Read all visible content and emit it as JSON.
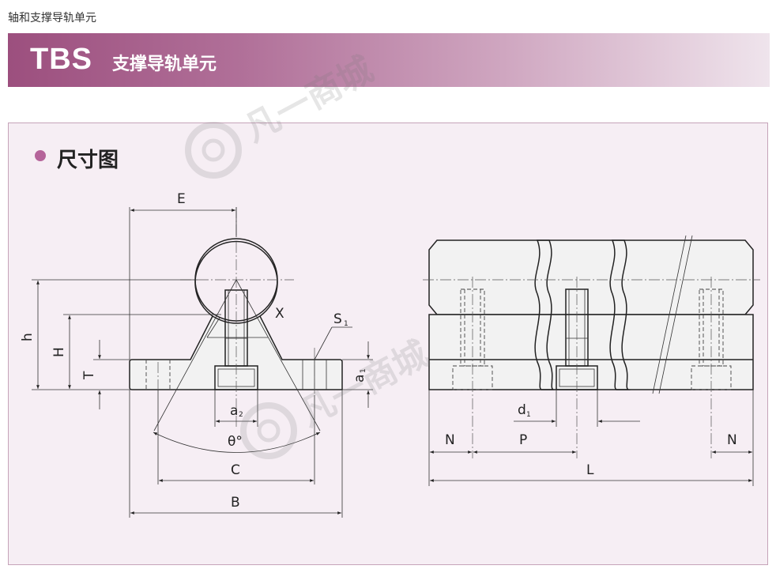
{
  "breadcrumb": "轴和支撑导轨单元",
  "banner": {
    "code": "TBS",
    "title": "支撑导轨单元"
  },
  "section": {
    "title": "尺寸图"
  },
  "colors": {
    "accent": "#b5649a",
    "banner_start": "#9c4f7e",
    "panel_bg": "#f6eef4"
  },
  "watermark": {
    "text": "凡一商城"
  },
  "labels": {
    "E": "E",
    "h": "h",
    "H": "H",
    "T": "T",
    "X": "X",
    "S1": "S",
    "S1_sub": "1",
    "a1": "a",
    "a1_sub": "1",
    "a2": "a",
    "a2_sub": "2",
    "theta": "θ°",
    "C": "C",
    "B": "B",
    "d1": "d",
    "d1_sub": "1",
    "N_left": "N",
    "P": "P",
    "N_right": "N",
    "L": "L"
  }
}
